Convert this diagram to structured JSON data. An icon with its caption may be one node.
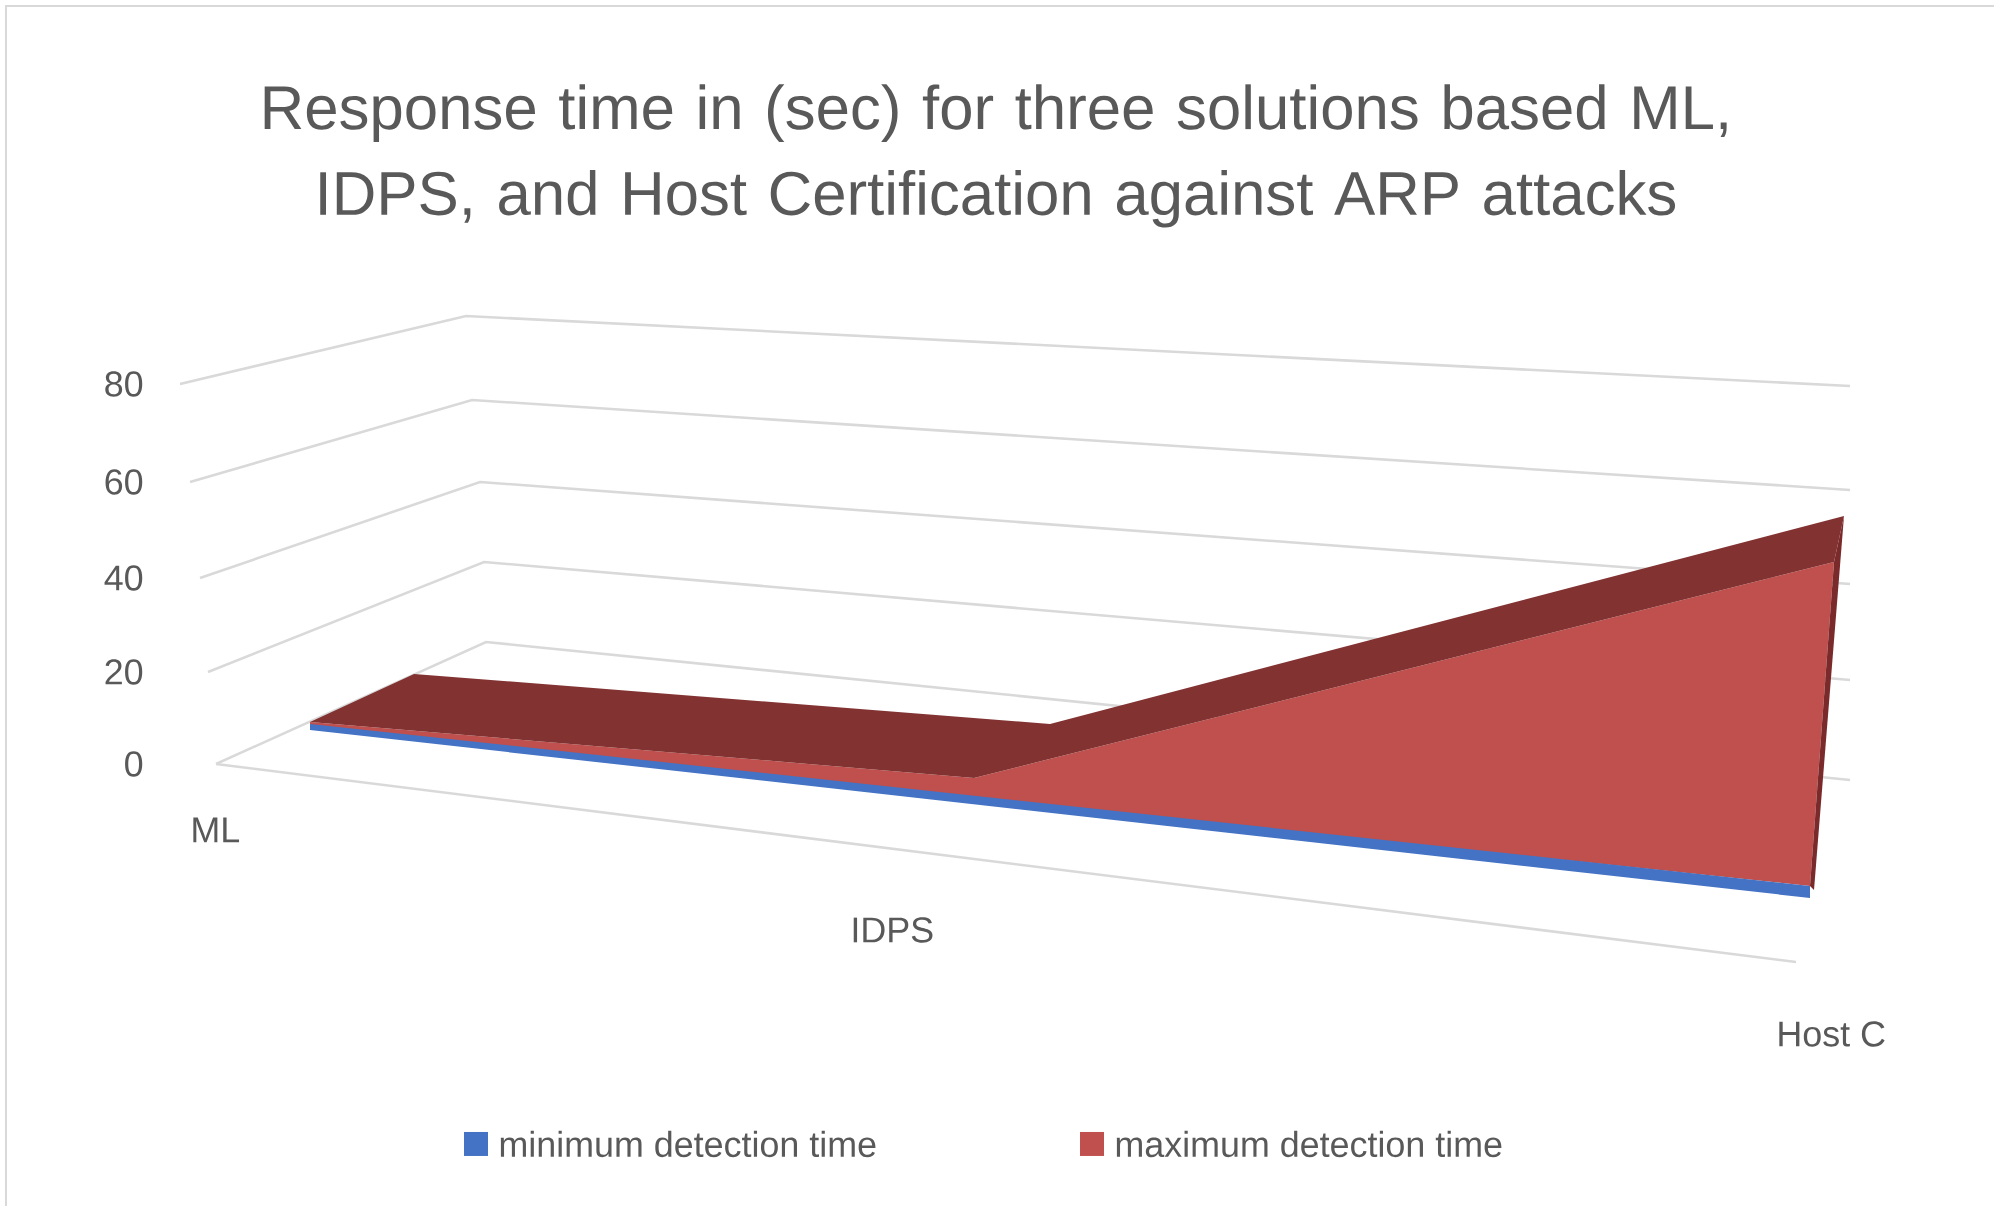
{
  "diagram": {
    "title": "Response time in (sec) for three solutions based ML, IDPS, and Host Certification against ARP attacks",
    "labels": [
      "80",
      "60",
      "40",
      "20",
      "0",
      "ML",
      "IDPS",
      "Host C"
    ],
    "legend": [
      {
        "text": "minimum detection time",
        "color": "#4472c4"
      },
      {
        "text": "maximum detection time",
        "color": "#c0504d"
      }
    ]
  }
}
